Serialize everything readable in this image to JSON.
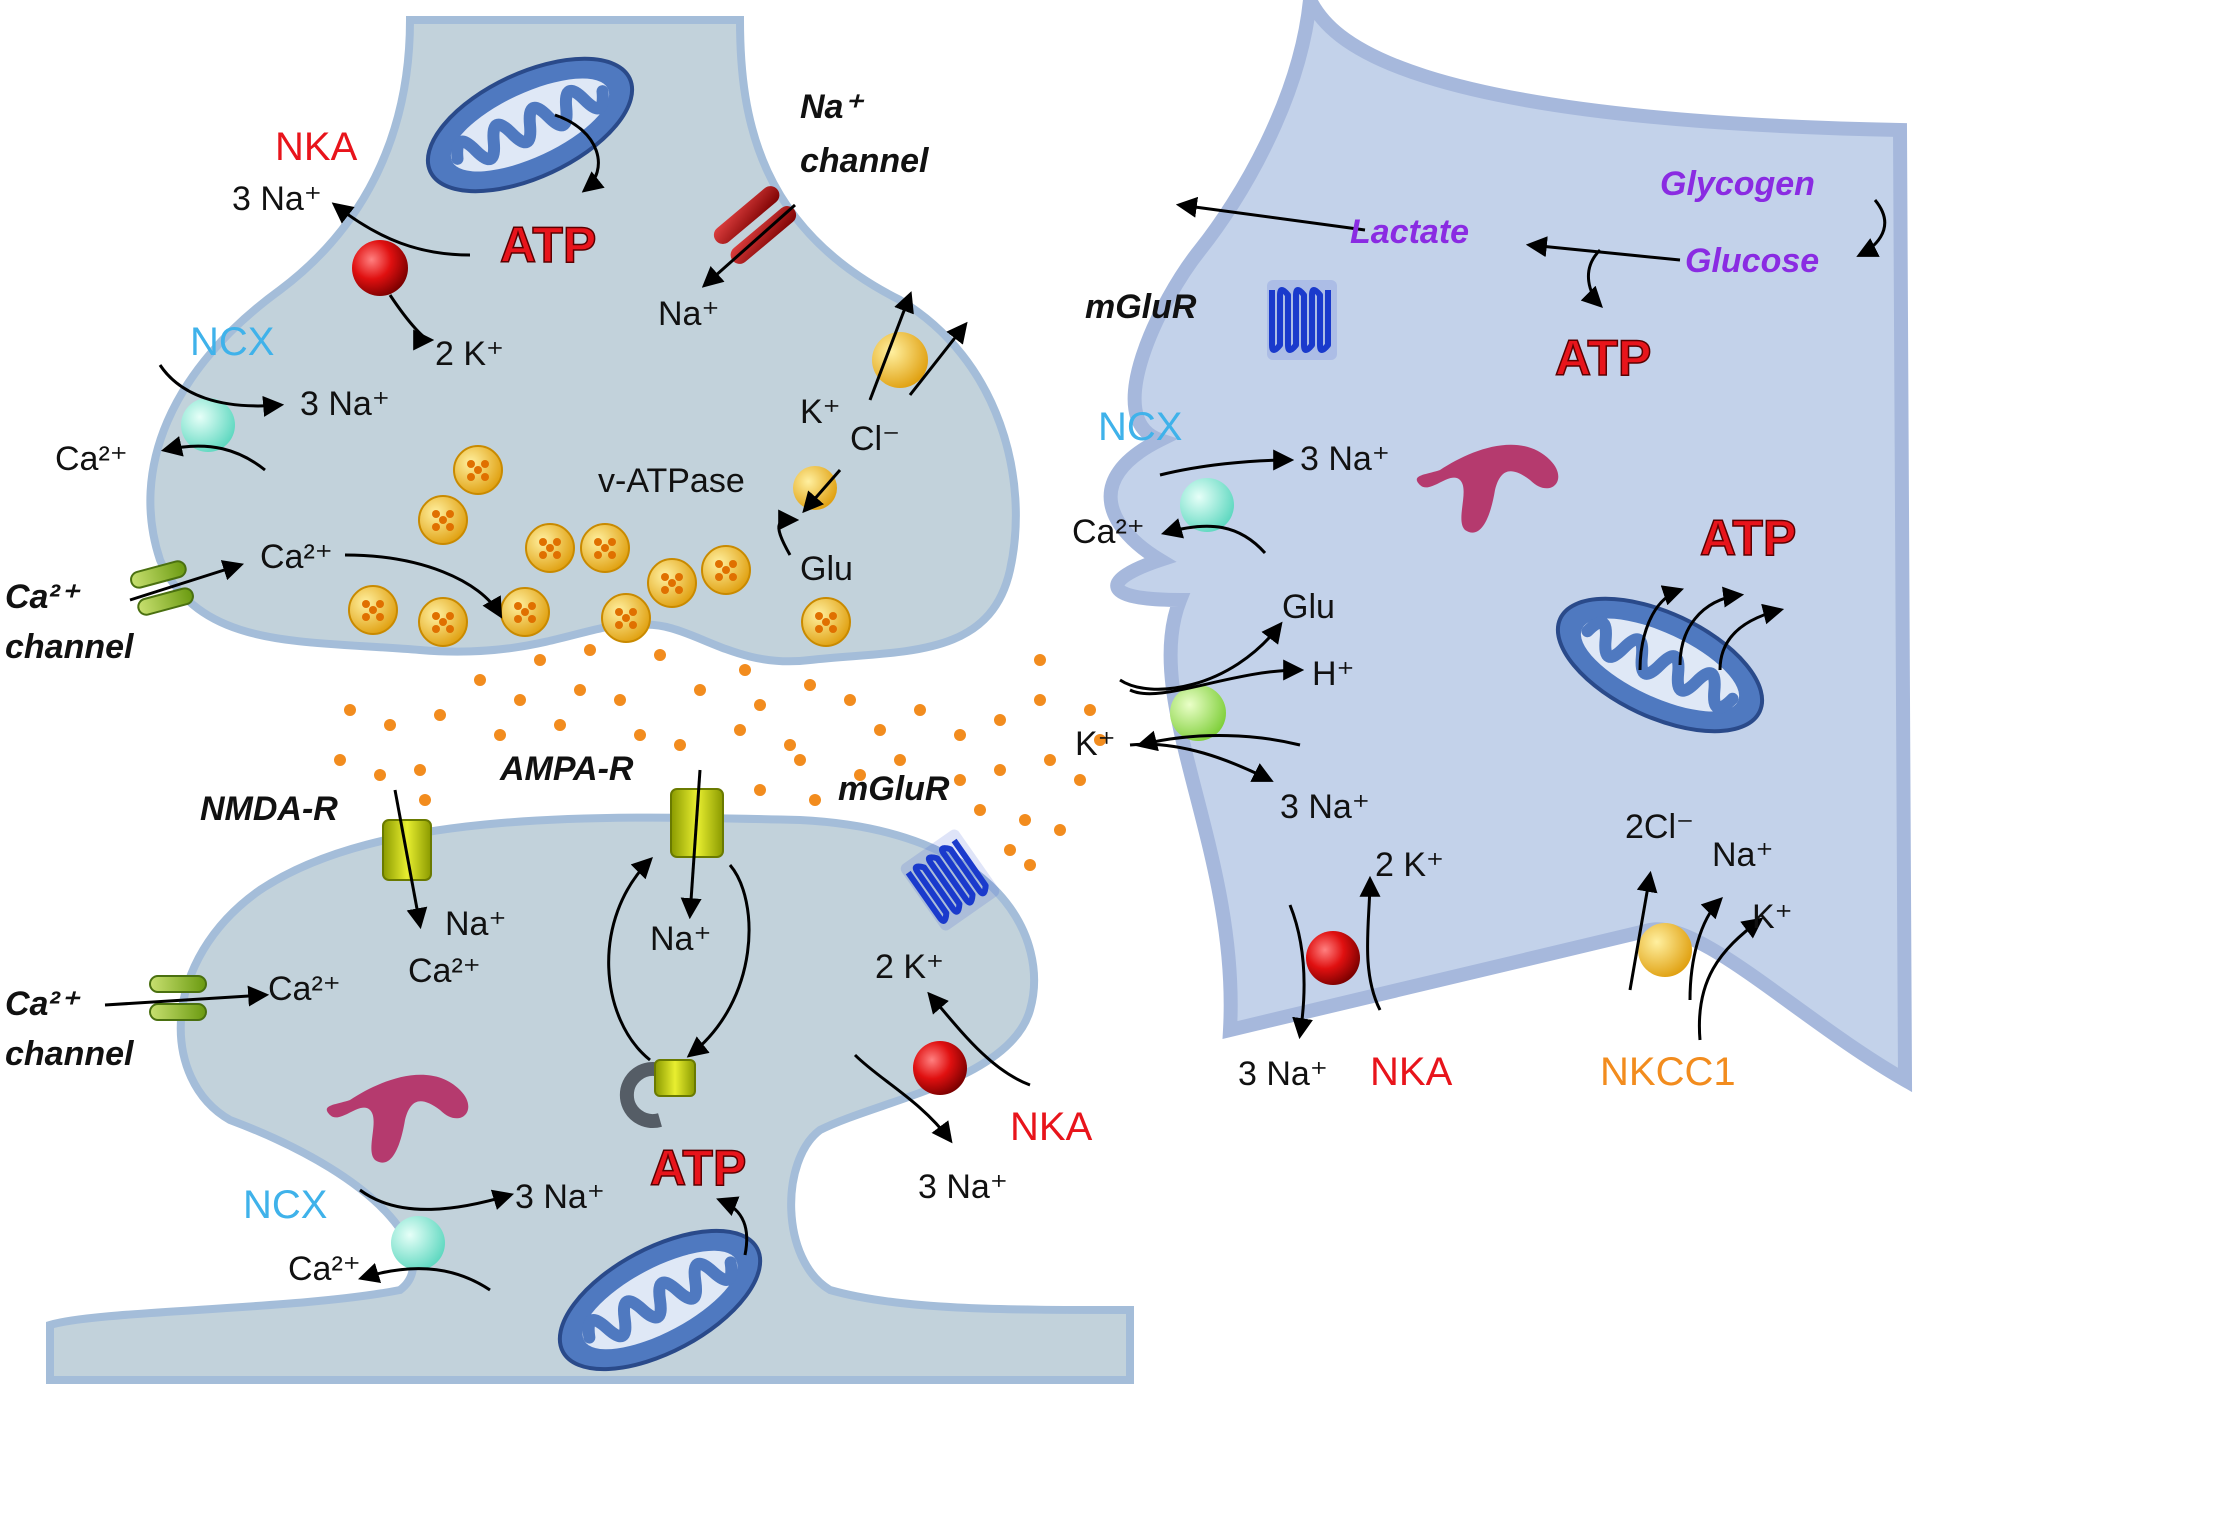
{
  "presynaptic": {
    "nka": "NKA",
    "nka_out": "3 Na⁺",
    "nka_in": "2 K⁺",
    "atp": "ATP",
    "na_channel": [
      "Na⁺",
      "channel"
    ],
    "na_channel_ion": "Na⁺",
    "ncx": "NCX",
    "ncx_na": "3 Na⁺",
    "ncx_ca": "Ca²⁺",
    "ca_channel": [
      "Ca²⁺",
      "channel"
    ],
    "ca_channel_ion": "Ca²⁺",
    "vatpase": "v-ATPase",
    "k": "K⁺",
    "cl": "Cl⁻",
    "glu": "Glu"
  },
  "postsynaptic": {
    "nmda": "NMDA-R",
    "nmda_ions": [
      "Na⁺",
      "Ca²⁺"
    ],
    "ampa": "AMPA-R",
    "ampa_ion": "Na⁺",
    "mglur": "mGluR",
    "nka": "NKA",
    "nka_in": "2 K⁺",
    "nka_out": "3 Na⁺",
    "ca_channel": [
      "Ca²⁺",
      "channel"
    ],
    "ca_channel_ion": "Ca²⁺",
    "ncx": "NCX",
    "ncx_na": "3 Na⁺",
    "ncx_ca": "Ca²⁺",
    "atp": "ATP"
  },
  "astrocyte": {
    "glycogen": "Glycogen",
    "glucose": "Glucose",
    "lactate": "Lactate",
    "atp1": "ATP",
    "atp2": "ATP",
    "mglur": "mGluR",
    "ncx": "NCX",
    "ncx_na": "3 Na⁺",
    "ncx_ca": "Ca²⁺",
    "eaat_glu": "Glu",
    "eaat_h": "H⁺",
    "eaat_k": "K⁺",
    "eaat_na": "3 Na⁺",
    "nka": "NKA",
    "nka_in": "2 K⁺",
    "nka_out": "3 Na⁺",
    "nkcc1": "NKCC1",
    "nkcc_cl": "2Cl⁻",
    "nkcc_na": "Na⁺",
    "nkcc_k": "K⁺"
  },
  "colors": {
    "neuron": "#c2d2db",
    "neuron_edge": "#a4bdd9",
    "astro": "#c3d2ea",
    "nka": "#e8141b",
    "ncx": "#3fb2ea",
    "nkcc1": "#f28c1e",
    "metabolite": "#8a2be2",
    "mitochondrion": "#4f79c0",
    "er": "#b53a6e",
    "vesicle": "#f2b21b",
    "glutamate": "#f28c1e"
  }
}
